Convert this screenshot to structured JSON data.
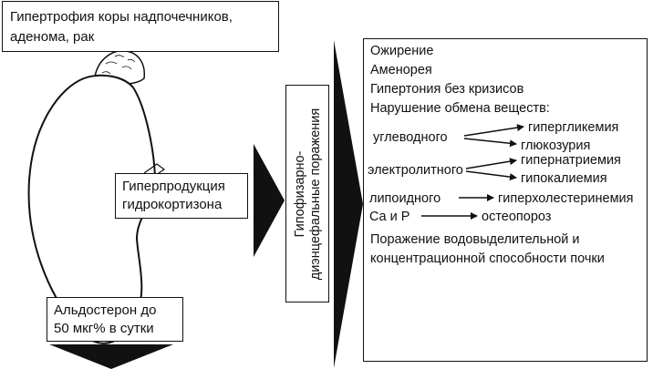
{
  "title_box": {
    "line1": "Гипертрофия коры надпочечников,",
    "line2": "аденома, рак"
  },
  "hyperproduction_box": {
    "line1": "Гиперпродукция",
    "line2": "гидрокортизона"
  },
  "aldosterone_box": {
    "line1": "Альдостерон до",
    "line2": "50 мкг% в сутки"
  },
  "vertical_box": {
    "line1": "Гипофизарно-",
    "line2": "диэнцефальные поражения"
  },
  "effects": {
    "obesity": "Ожирение",
    "amenorrhea": "Аменорея",
    "hypertension": "Гипертония без кризисов",
    "metabolism_header": "Нарушение обмена веществ:",
    "carbohydrate": "углеводного",
    "hyperglycemia": "гипергликемия",
    "glucosuria": "глюкозурия",
    "electrolyte": "электролитного",
    "hypernatremia": "гипернатриемия",
    "hypokalemia": "гипокалиемия",
    "lipid": "липоидного",
    "hypercholesterolemia": "гиперхолестеринемия",
    "ca_p": "Ca и P",
    "osteoporosis": "остеопороз",
    "kidney_line1": "Поражение водовыделительной и",
    "kidney_line2": "концентрационной способности почки"
  },
  "colors": {
    "ink": "#111111",
    "gland_fill": "#ffffff",
    "page": "#ffffff"
  }
}
